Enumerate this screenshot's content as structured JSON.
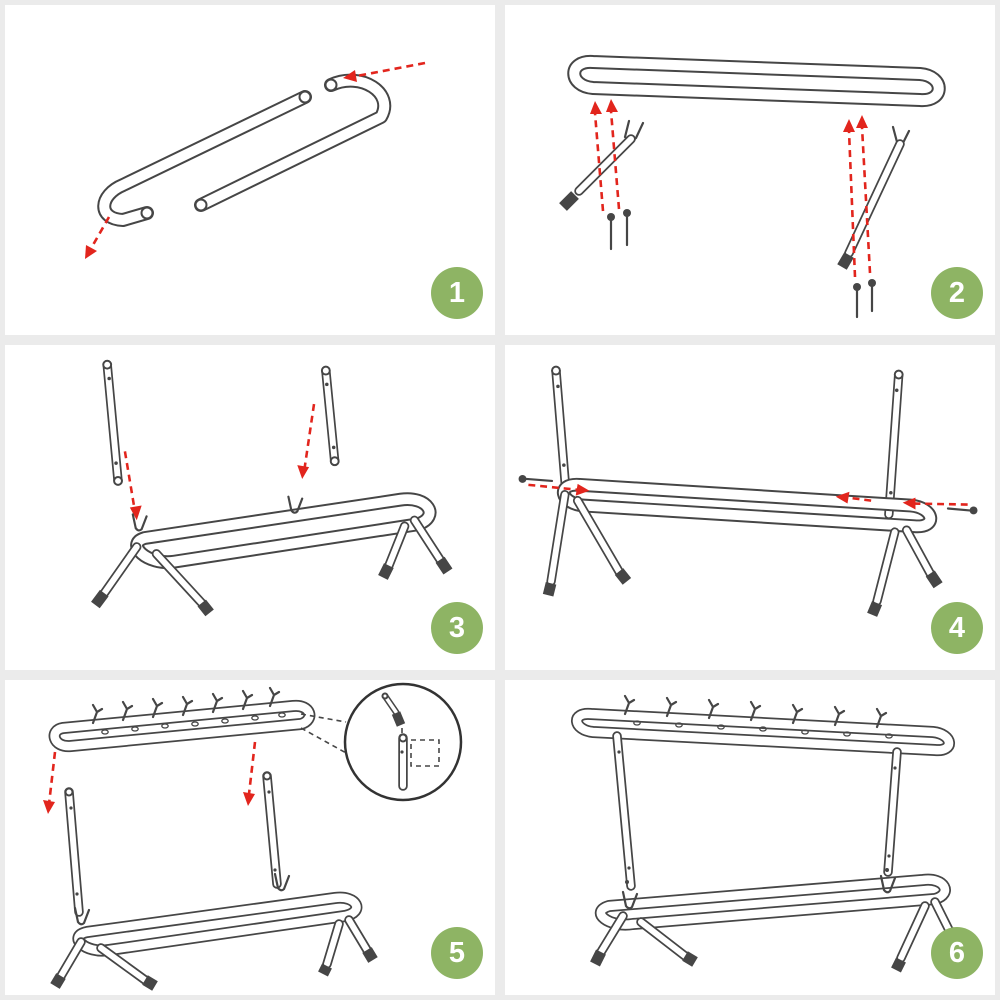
{
  "steps": [
    {
      "number": "1"
    },
    {
      "number": "2"
    },
    {
      "number": "3"
    },
    {
      "number": "4"
    },
    {
      "number": "5"
    },
    {
      "number": "6"
    }
  ],
  "colors": {
    "background": "#ebebeb",
    "panel_bg": "#ffffff",
    "line": "#464646",
    "arrow": "#e2251d",
    "badge_bg": "#8eb464",
    "badge_text": "#ffffff"
  }
}
